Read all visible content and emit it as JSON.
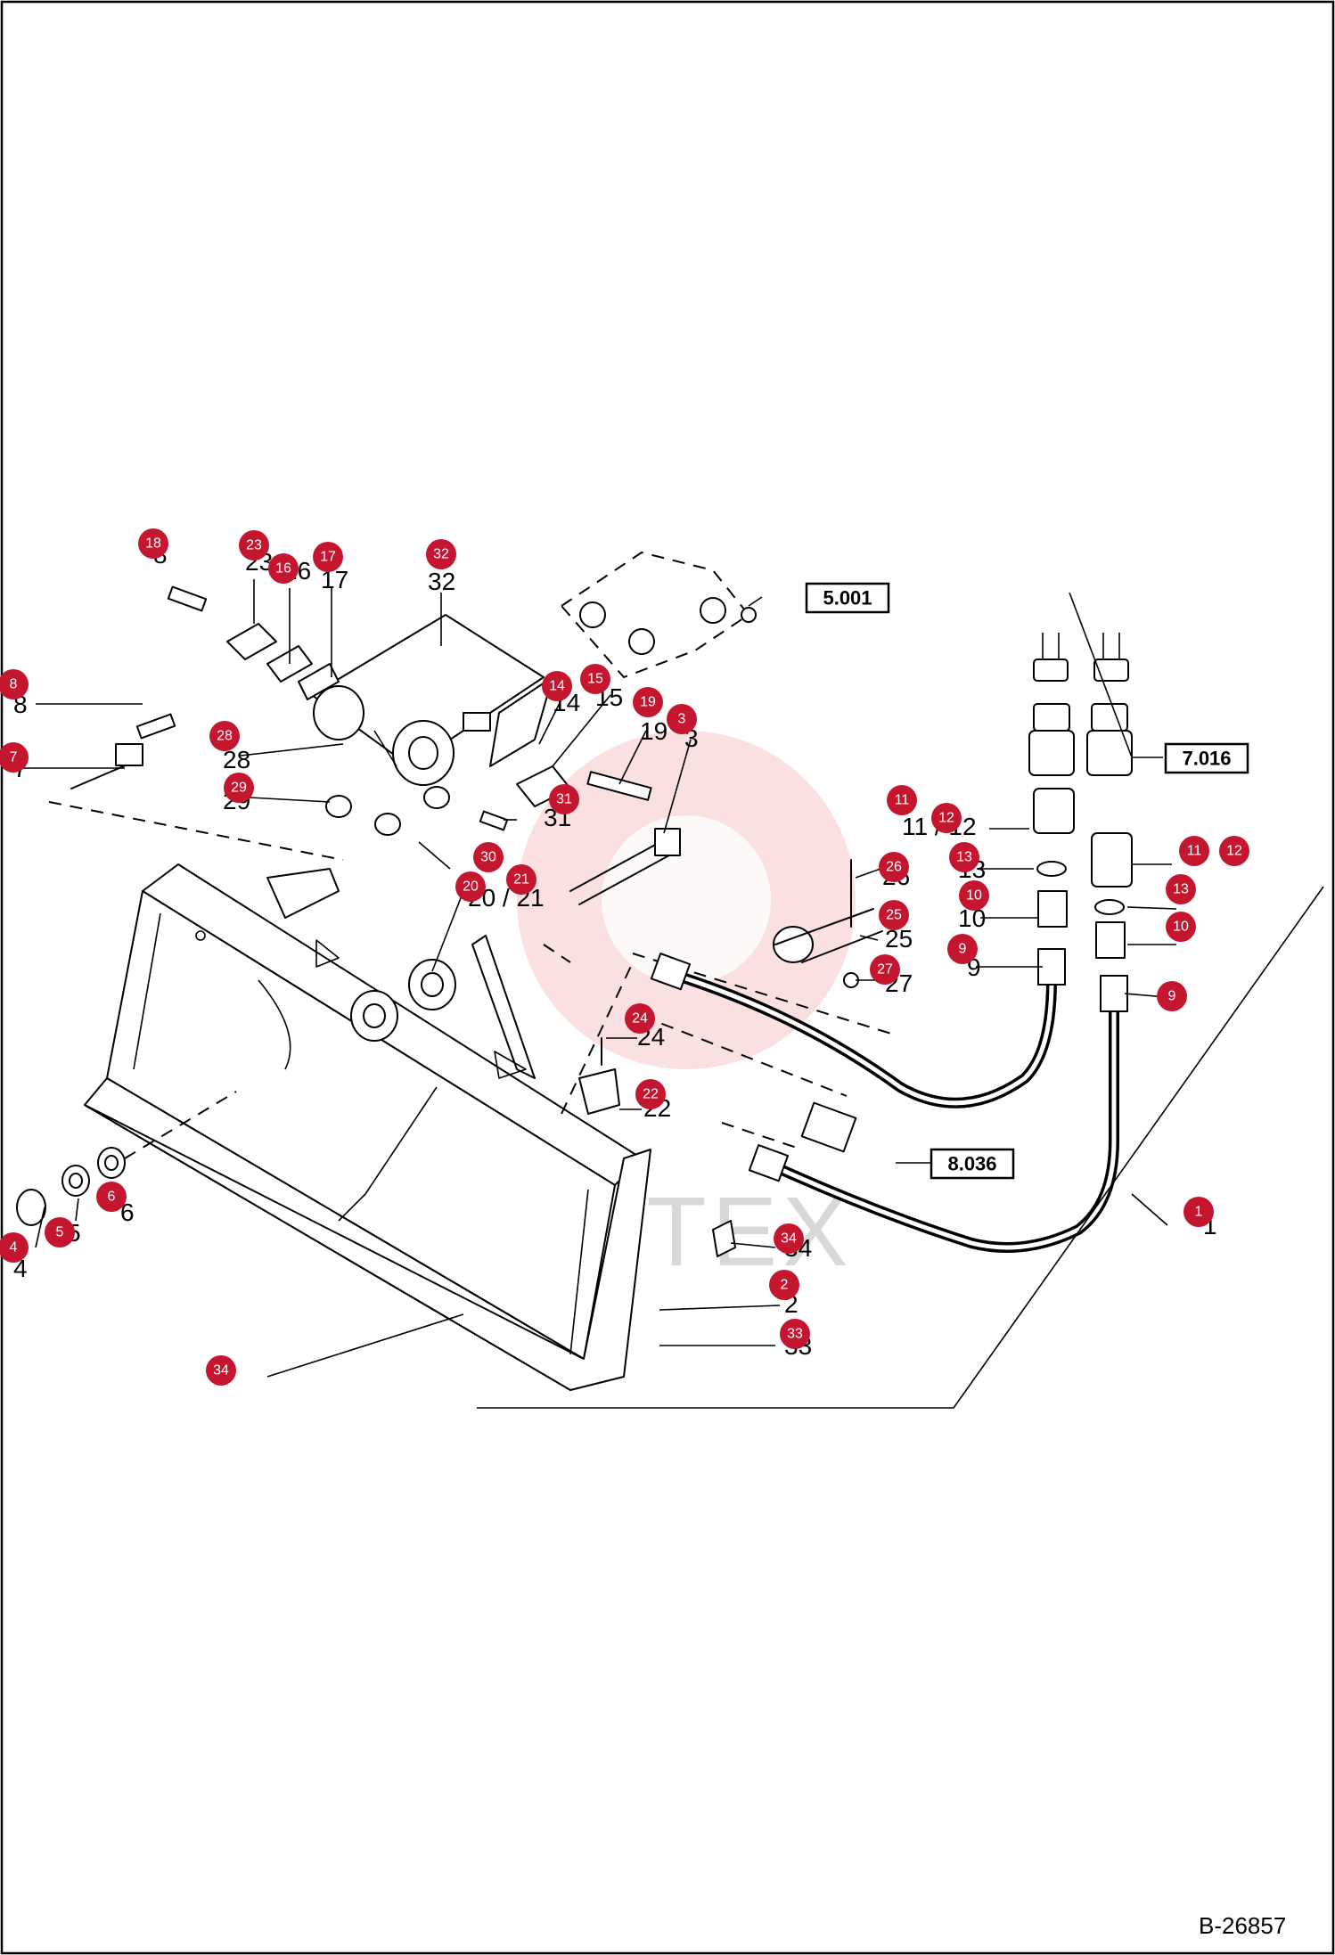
{
  "document_number": "B-26857",
  "watermark_text": "ИНТЕХ",
  "reference_boxes": [
    {
      "id": "ref-5001",
      "label": "5.001"
    },
    {
      "id": "ref-7016",
      "label": "7.016"
    },
    {
      "id": "ref-8036",
      "label": "8.036"
    }
  ],
  "part_badges": [
    "18",
    "23",
    "16",
    "17",
    "32",
    "8",
    "28",
    "7",
    "29",
    "14",
    "15",
    "19",
    "3",
    "31",
    "30",
    "20",
    "21",
    "11",
    "12",
    "13",
    "10",
    "9",
    "26",
    "25",
    "27",
    "24",
    "22",
    "4",
    "5",
    "6",
    "34",
    "2",
    "33",
    "1"
  ],
  "printed_numbers": [
    "8",
    "23",
    "16",
    "17",
    "32",
    "8",
    "28",
    "7",
    "29",
    "14",
    "15",
    "19",
    "3",
    "31",
    "20 / 21",
    "11 / 12",
    "13",
    "10",
    "9",
    "26",
    "25",
    "27",
    "24",
    "22",
    "4",
    "5",
    "6",
    "34",
    "2",
    "33",
    "1"
  ],
  "colors": {
    "badge": "#c4172f",
    "line": "#000000",
    "watermark": "#d8d8d8"
  }
}
